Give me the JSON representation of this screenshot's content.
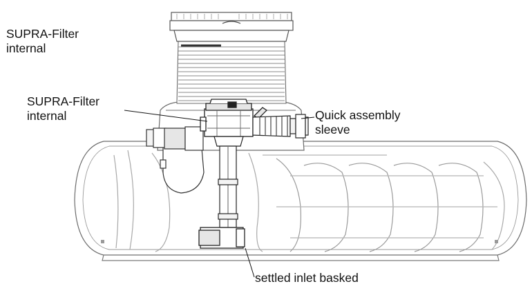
{
  "labels": {
    "top_left": {
      "line1": "SUPRA-Filter",
      "line2": "internal"
    },
    "filter": {
      "line1": "SUPRA-Filter",
      "line2": "internal"
    },
    "sleeve": {
      "line1": "Quick assembly",
      "line2": "sleeve"
    },
    "basket": {
      "line1": "settled inlet basked"
    }
  },
  "colors": {
    "outline": "#555555",
    "faint": "#9a9a9a",
    "dark": "#222222",
    "fill_part": "#e6e6e6",
    "fill_light": "#f4f4f4",
    "leader": "#111111"
  }
}
